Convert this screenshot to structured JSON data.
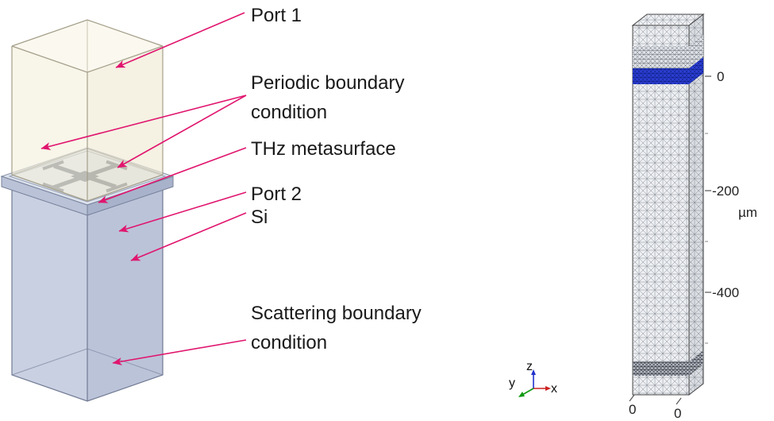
{
  "figure": {
    "left_panel": {
      "labels": {
        "port1": "Port 1",
        "periodic": "Periodic boundary condition",
        "metasurface": "THz metasurface",
        "port2": "Port 2",
        "si": "Si",
        "scattering": "Scattering boundary condition"
      }
    },
    "right_panel": {
      "z_axis_ticks": [
        "0",
        "-200",
        "-400"
      ],
      "unit_label": "µm",
      "base_ticks": [
        "0",
        "0"
      ],
      "triad": {
        "x": "x",
        "y": "y",
        "z": "z"
      }
    },
    "colors": {
      "leader_pink": "#e0156e",
      "mesh_blue": "#2a3ed2",
      "axis_x": "#cc2222",
      "axis_y": "#119911",
      "axis_z": "#2233cc"
    }
  }
}
